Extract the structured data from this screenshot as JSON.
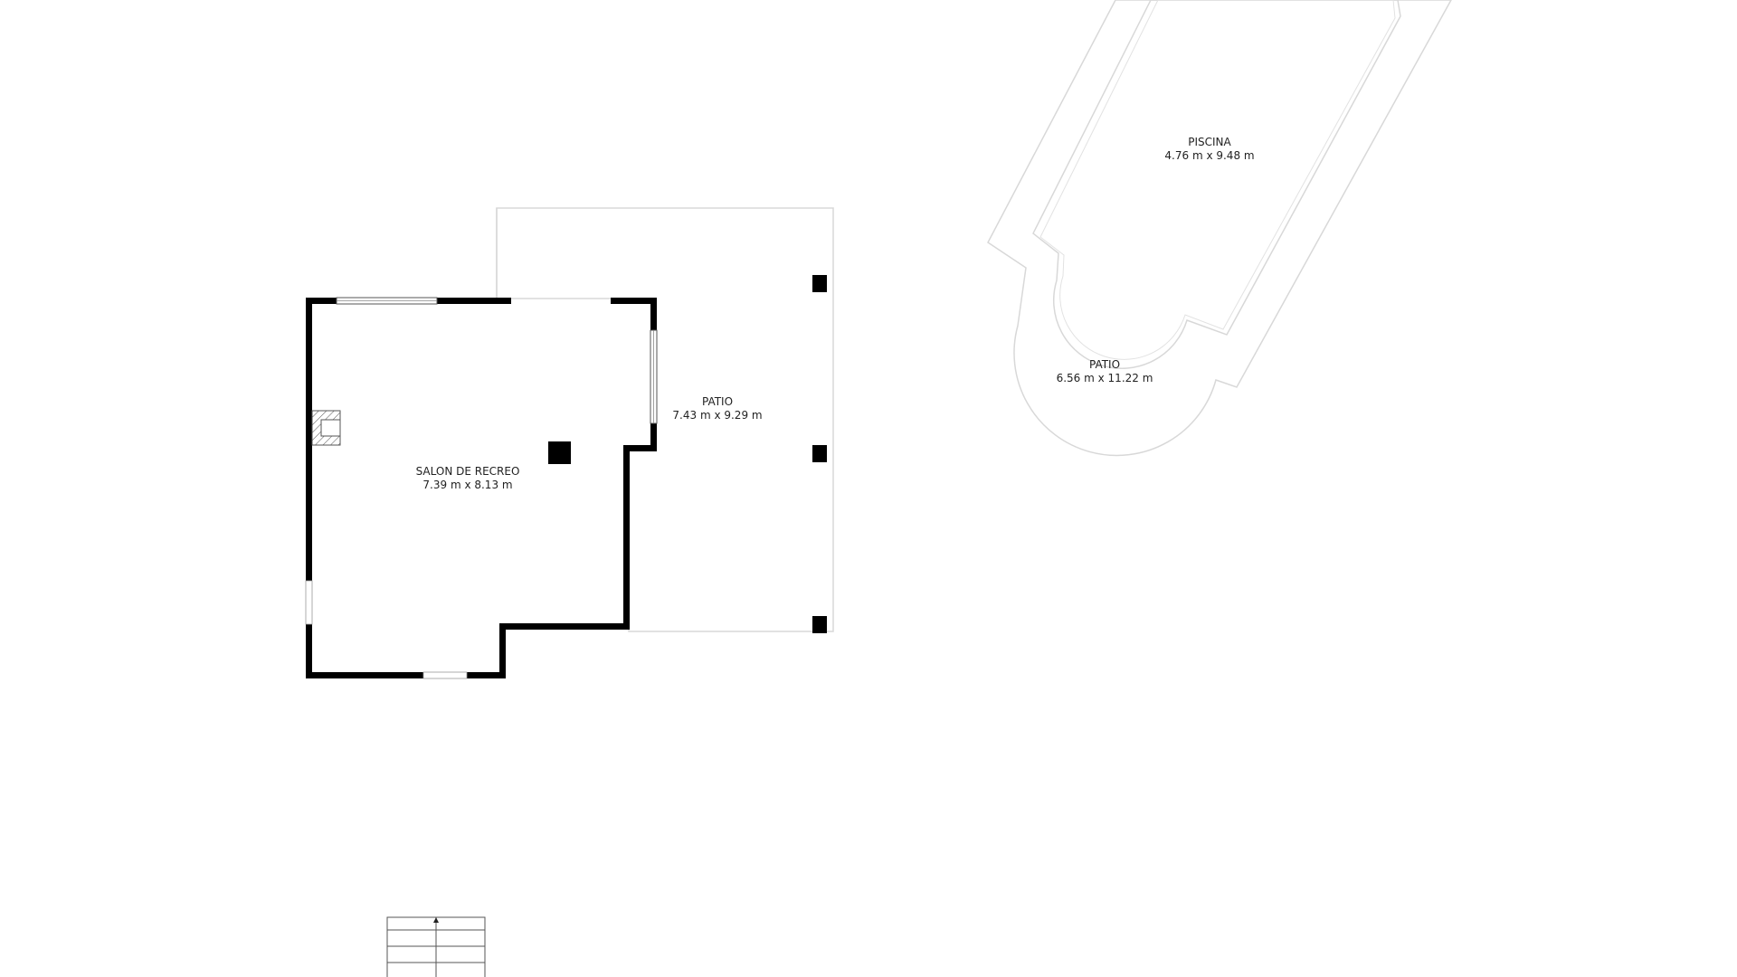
{
  "rooms": {
    "salon": {
      "name": "SALON DE RECREO",
      "dims": "7.39 m x 8.13 m"
    },
    "patio_main": {
      "name": "PATIO",
      "dims": "7.43 m x 9.29 m"
    },
    "piscina": {
      "name": "PISCINA",
      "dims": "4.76 m x 9.48 m"
    },
    "patio_pool": {
      "name": "PATIO",
      "dims": "6.56 m x 11.22 m"
    }
  },
  "colors": {
    "wall": "#000000",
    "outline": "#d8d8d8",
    "label": "#222222",
    "background": "#ffffff"
  }
}
